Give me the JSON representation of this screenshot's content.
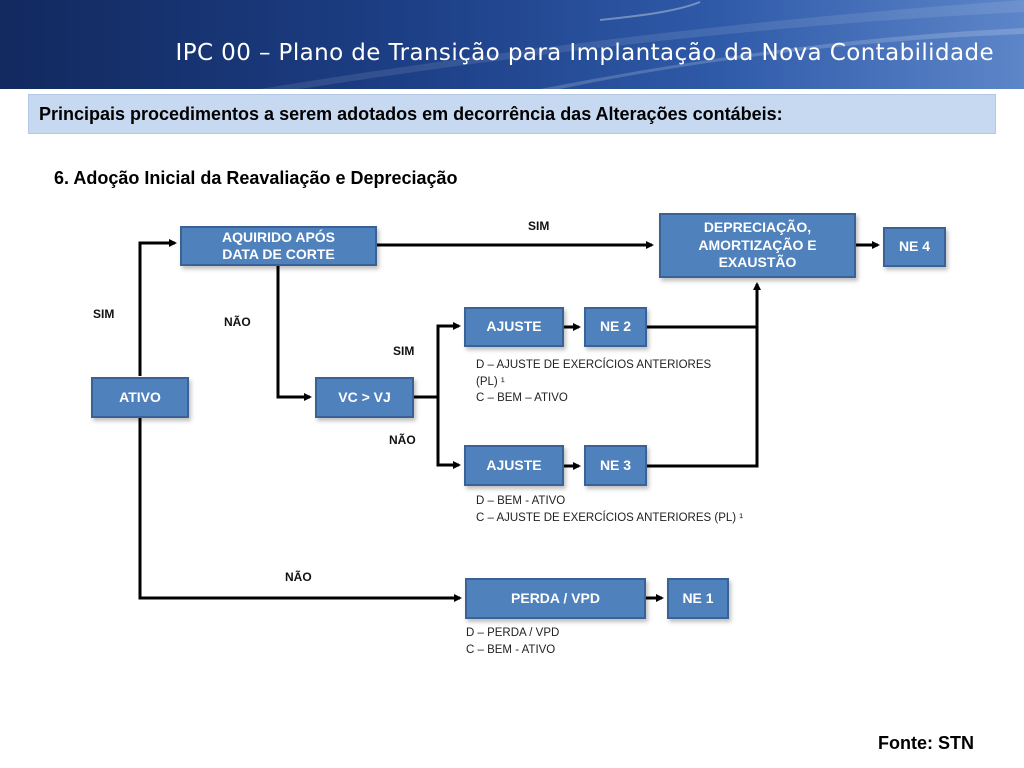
{
  "header": {
    "title": "IPC 00 – Plano de Transição para Implantação da Nova Contabilidade"
  },
  "subtitle": "Principais procedimentos a serem adotados em decorrência das Alterações contábeis:",
  "section_heading": "6. Adoção Inicial da Reavaliação e Depreciação",
  "diagram": {
    "nodes": {
      "ativo": "ATIVO",
      "aquirido_line1": "AQUIRIDO APÓS",
      "aquirido_line2": "DATA DE CORTE",
      "vc_vj": "VC > VJ",
      "ajuste_top": "AJUSTE",
      "ajuste_bottom": "AJUSTE",
      "ne2": "NE 2",
      "ne3": "NE 3",
      "ne4": "NE 4",
      "ne1": "NE 1",
      "perda": "PERDA / VPD",
      "depreciacao_line1": "DEPRECIAÇÃO,",
      "depreciacao_line2": "AMORTIZAÇÃO E",
      "depreciacao_line3": "EXAUSTÃO"
    },
    "edge_labels": {
      "sim_ativo": "SIM",
      "nao_aquirido": "NÃO",
      "sim_top": "SIM",
      "sim_vc": "SIM",
      "nao_vc": "NÃO",
      "nao_bottom": "NÃO"
    },
    "notes": {
      "ne2_line1": "D – AJUSTE DE EXERCÍCIOS ANTERIORES",
      "ne2_line2": "(PL) ¹",
      "ne2_line3": "C – BEM – ATIVO",
      "ne3_line1": "D – BEM - ATIVO",
      "ne3_line2": "C – AJUSTE DE EXERCÍCIOS ANTERIORES (PL) ¹",
      "ne1_line1": "D – PERDA / VPD",
      "ne1_line2": "C – BEM - ATIVO"
    }
  },
  "footer": "Fonte: STN"
}
